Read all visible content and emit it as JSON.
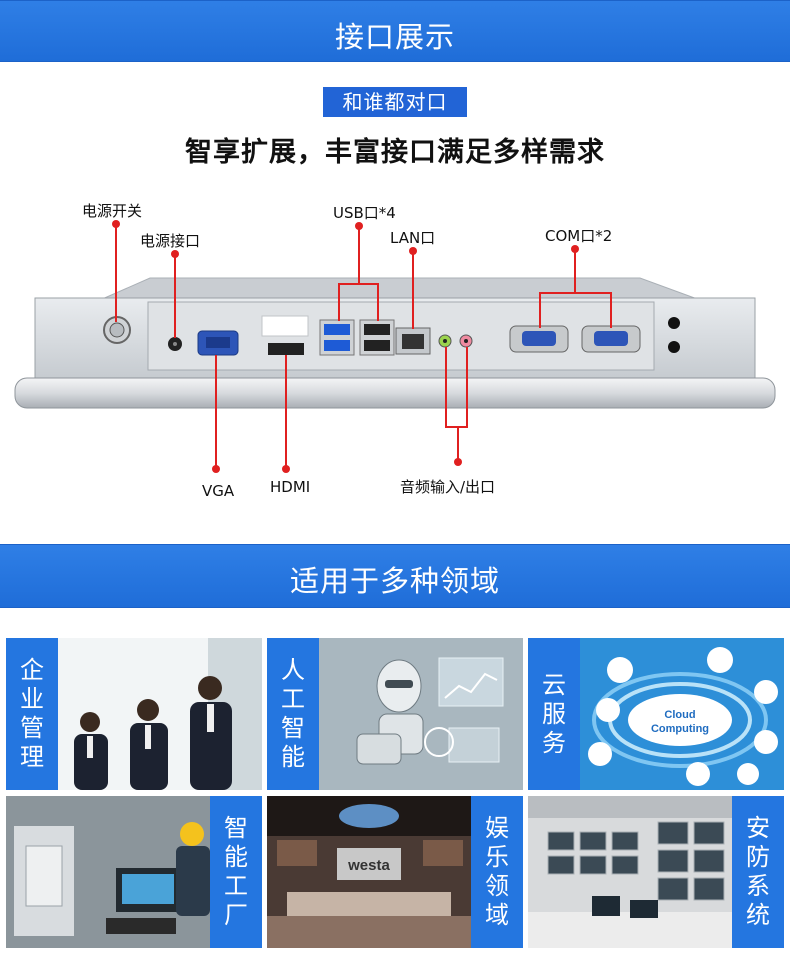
{
  "section1": {
    "title": "接口展示",
    "tag": "和谁都对口",
    "subtitle": "智享扩展，丰富接口满足多样需求"
  },
  "ports": {
    "power_switch": "电源开关",
    "power_port": "电源接口",
    "usb": "USB口*4",
    "lan": "LAN口",
    "com": "COM口*2",
    "vga": "VGA",
    "hdmi": "HDMI",
    "audio": "音频输入/出口"
  },
  "section2": {
    "title": "适用于多种领域"
  },
  "fields": [
    {
      "chars": [
        "企",
        "业",
        "管",
        "理"
      ]
    },
    {
      "chars": [
        "人",
        "工",
        "智",
        "能"
      ]
    },
    {
      "chars": [
        "云",
        "服",
        "务"
      ]
    },
    {
      "chars": [
        "智",
        "能",
        "工",
        "厂"
      ]
    },
    {
      "chars": [
        "娱",
        "乐",
        "领",
        "域"
      ]
    },
    {
      "chars": [
        "安",
        "防",
        "系",
        "统"
      ]
    }
  ],
  "cloud": {
    "line1": "Cloud",
    "line2": "Computing"
  },
  "store_sign": "westa",
  "colors": {
    "accent": "#2476e0",
    "pointer": "#e02020"
  }
}
